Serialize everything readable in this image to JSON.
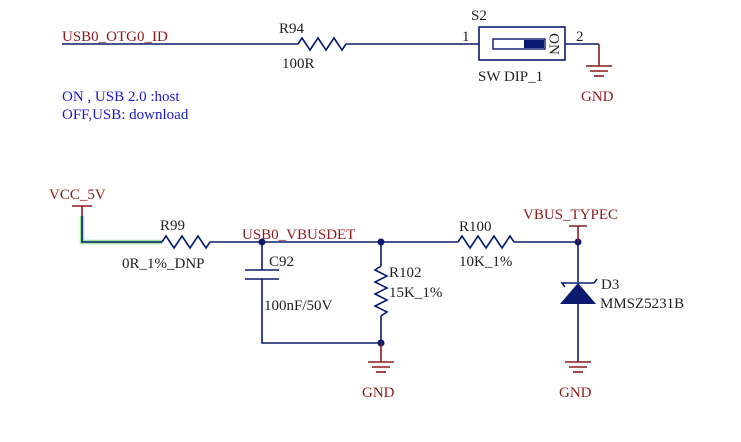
{
  "top_section": {
    "net_usb0_otg0_id": "USB0_OTG0_ID",
    "r94": {
      "ref": "R94",
      "value": "100R"
    },
    "s2": {
      "ref": "S2",
      "value": "SW DIP_1",
      "pin1": "1",
      "pin2": "2",
      "on_label": "ON"
    },
    "gnd_label": "GND",
    "notes": [
      "ON , USB 2.0 :host",
      "OFF,USB: download"
    ]
  },
  "bottom_section": {
    "vcc_label": "VCC_5V",
    "r99": {
      "ref": "R99",
      "value": "0R_1%_DNP"
    },
    "net_usb0_vbusdet": "USB0_VBUSDET",
    "c92": {
      "ref": "C92",
      "value": "100nF/50V"
    },
    "r102": {
      "ref": "R102",
      "value": "15K_1%"
    },
    "r100": {
      "ref": "R100",
      "value": "10K_1%"
    },
    "vbus_typec_label": "VBUS_TYPEC",
    "d3": {
      "ref": "D3",
      "value": "MMSZ5231B"
    },
    "gnd_label": "GND"
  },
  "colors": {
    "wire": "#0b1a6e",
    "net_label": "#8b1a1a",
    "note_text": "#1a1acd",
    "highlight": "#9ee89e"
  }
}
